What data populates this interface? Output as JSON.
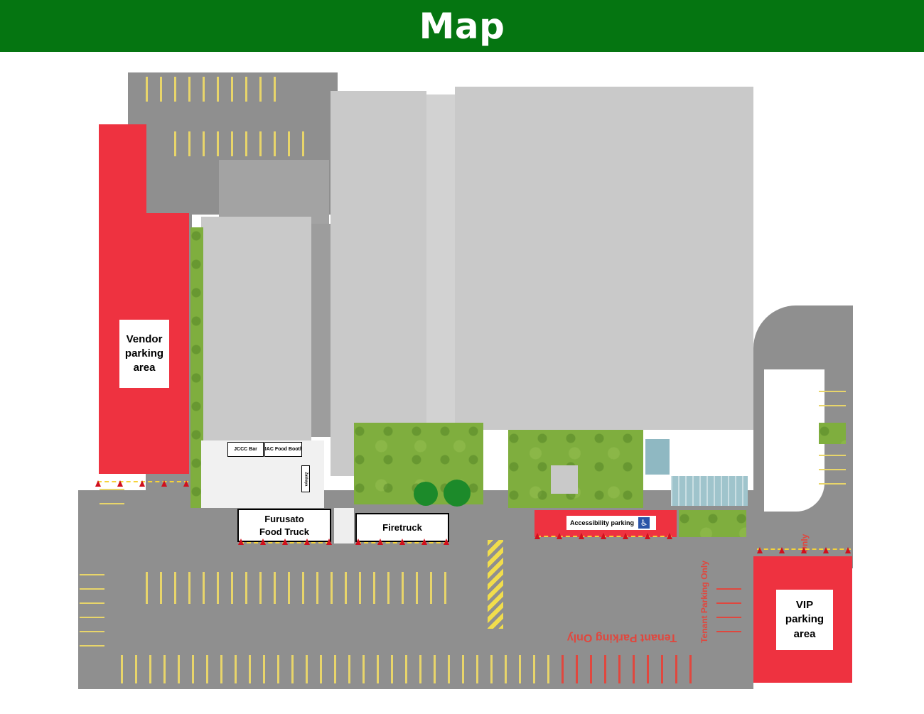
{
  "header": {
    "title": "Map"
  },
  "labels": {
    "vendor": "Vendor parking area",
    "vip": "VIP parking area",
    "jccc_bar": "JCCC Bar",
    "jac_booth": "JAC Food Booth",
    "small_vertical": "Zakkaya",
    "furusato_line1": "Furusato",
    "furusato_line2": "Food Truck",
    "firetruck": "Firetruck",
    "accessibility": "Accessibility parking",
    "accessibility_icon": "♿",
    "tenant_h": "Tenant Parking Only",
    "tenant_v": "Tenant Parking Only",
    "tenant_top": "Only"
  },
  "colors": {
    "header": "#057511",
    "zone": "#ee3240",
    "lot": "#8f8f8f",
    "building": "#c9c9c9",
    "grass": "#7fae3e",
    "stall_yellow": "#e8d56a",
    "stall_red": "#e0473e"
  },
  "icons": [
    "wheelchair-icon",
    "traffic-cone-icon",
    "tree-icon"
  ]
}
